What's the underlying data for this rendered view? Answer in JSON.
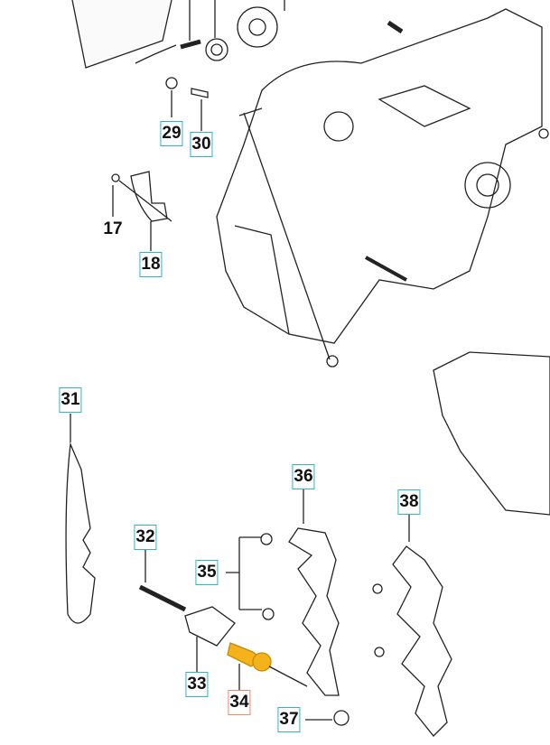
{
  "diagram": {
    "highlight_color": "#f5b21a",
    "callouts": [
      {
        "id": "c29",
        "text": "29",
        "boxed": true
      },
      {
        "id": "c30",
        "text": "30",
        "boxed": true
      },
      {
        "id": "c17",
        "text": "17",
        "boxed": false
      },
      {
        "id": "c18",
        "text": "18",
        "boxed": true
      },
      {
        "id": "c31",
        "text": "31",
        "boxed": true
      },
      {
        "id": "c32",
        "text": "32",
        "boxed": true
      },
      {
        "id": "c33",
        "text": "33",
        "boxed": true
      },
      {
        "id": "c34",
        "text": "34",
        "boxed": true,
        "highlighted": true
      },
      {
        "id": "c35",
        "text": "35",
        "boxed": true
      },
      {
        "id": "c36",
        "text": "36",
        "boxed": true
      },
      {
        "id": "c37",
        "text": "37",
        "boxed": true
      },
      {
        "id": "c38",
        "text": "38",
        "boxed": true
      }
    ]
  }
}
